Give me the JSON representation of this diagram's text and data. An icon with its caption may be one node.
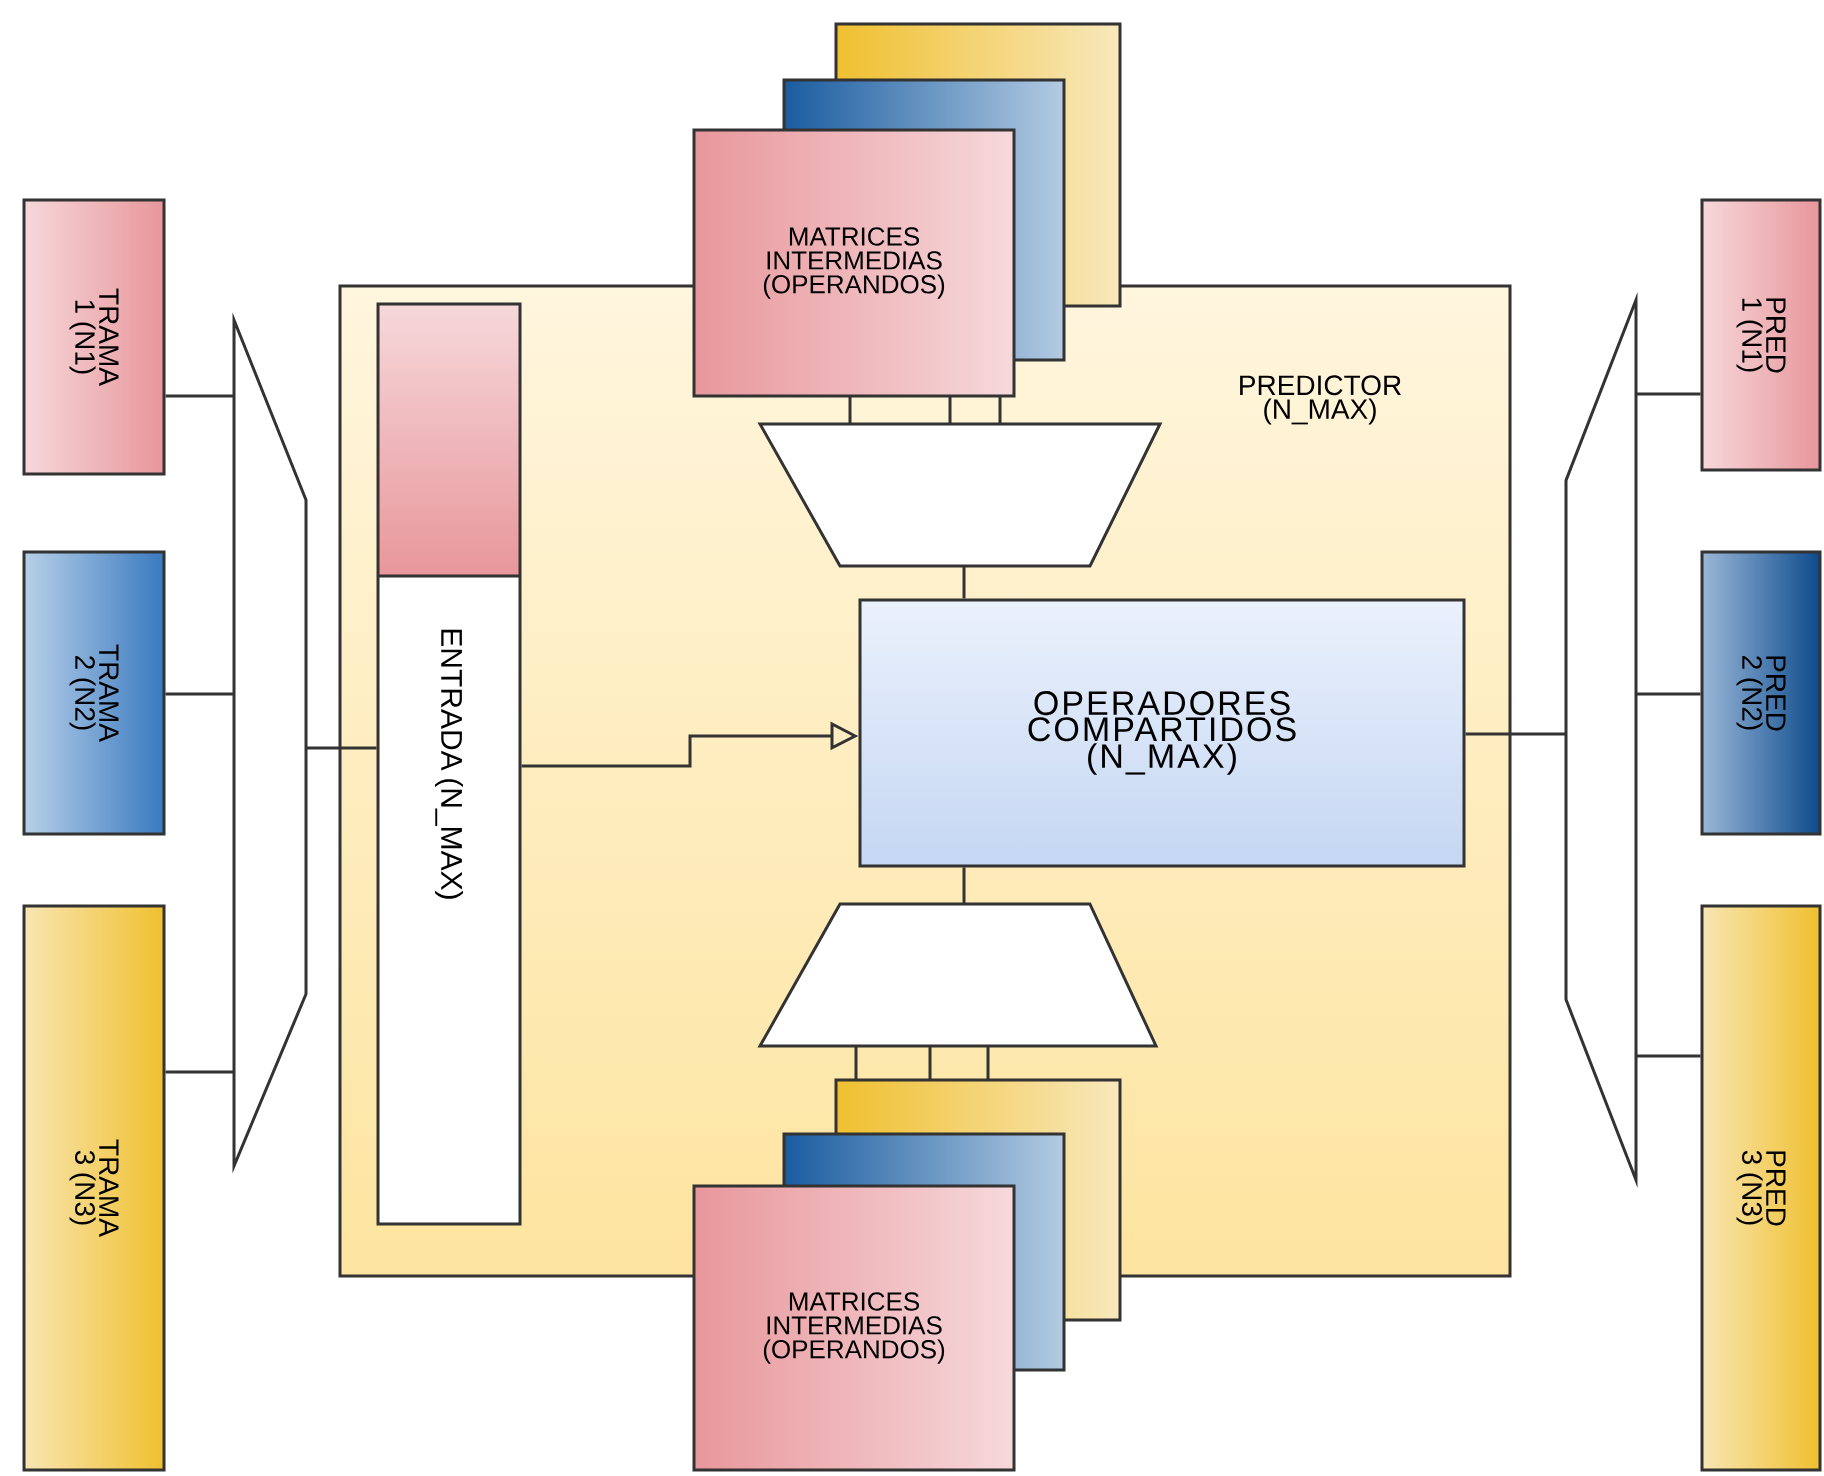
{
  "diagram": {
    "nodes": [
      {
        "text": [
          "TRAMA 1 (N1)"
        ]
      },
      {
        "text": [
          "TRAMA 2 (N2)"
        ]
      },
      {
        "text": [
          "TRAMA 3 (N3)"
        ]
      },
      {
        "text": [],
        "shape": "trapezoid"
      },
      {
        "text": [
          "PREDICTOR (N_MAX)"
        ]
      },
      {
        "text": [
          "ENTRADA (N_MAX)"
        ],
        "in": 4
      },
      {
        "text": [
          "MATRICES INTERMEDIAS (OPERANDOS)"
        ]
      },
      {
        "text": [],
        "shape": "trapezoid",
        "in": 4
      },
      {
        "text": [
          "OPERADORES COMPARTIDOS (N_MAX)"
        ],
        "in": 4
      },
      {
        "text": [],
        "shape": "trapezoid",
        "in": 4
      },
      {
        "text": [
          "MATRICES INTERMEDIAS (OPERANDOS)"
        ]
      },
      {
        "text": [],
        "shape": "trapezoid"
      },
      {
        "text": [
          "PRED 1 (N1)"
        ]
      },
      {
        "text": [
          "PRED 2 (N2)"
        ]
      },
      {
        "text": [
          "PRED 3 (N3)"
        ]
      }
    ],
    "edges": [
      {
        "from": 0,
        "to": 3,
        "arrow": "none"
      },
      {
        "from": 1,
        "to": 3,
        "arrow": "none"
      },
      {
        "from": 2,
        "to": 3,
        "arrow": "none"
      },
      {
        "from": 3,
        "to": 5,
        "arrow": "none"
      },
      {
        "from": 5,
        "to": 8,
        "arrow": "to"
      },
      {
        "from": 6,
        "to": 7,
        "arrow": "none"
      },
      {
        "from": 6,
        "to": 7,
        "arrow": "none"
      },
      {
        "from": 6,
        "to": 7,
        "arrow": "none"
      },
      {
        "from": 7,
        "to": 8,
        "arrow": "none"
      },
      {
        "from": 8,
        "to": 9,
        "arrow": "none"
      },
      {
        "from": 9,
        "to": 10,
        "arrow": "none"
      },
      {
        "from": 9,
        "to": 10,
        "arrow": "none"
      },
      {
        "from": 9,
        "to": 10,
        "arrow": "none"
      },
      {
        "from": 8,
        "to": 11,
        "arrow": "none"
      },
      {
        "from": 11,
        "to": 12,
        "arrow": "none"
      },
      {
        "from": 11,
        "to": 13,
        "arrow": "none"
      },
      {
        "from": 11,
        "to": 14,
        "arrow": "none"
      }
    ]
  }
}
